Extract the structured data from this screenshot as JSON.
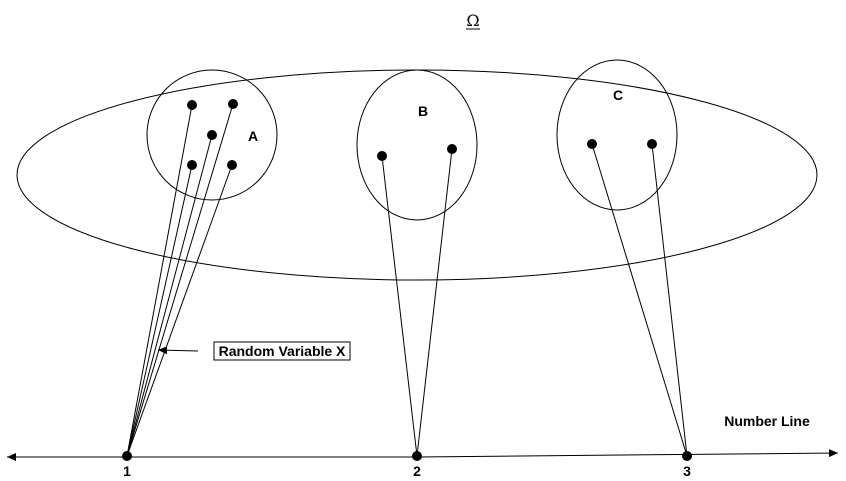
{
  "omega": {
    "label": "Ω"
  },
  "sets": [
    {
      "label": "A"
    },
    {
      "label": "B"
    },
    {
      "label": "C"
    }
  ],
  "annotation": {
    "label": "Random Variable X"
  },
  "number_line": {
    "label": "Number Line",
    "ticks": [
      "1",
      "2",
      "3"
    ]
  },
  "colors": {
    "stroke": "#000000",
    "background": "#ffffff"
  }
}
